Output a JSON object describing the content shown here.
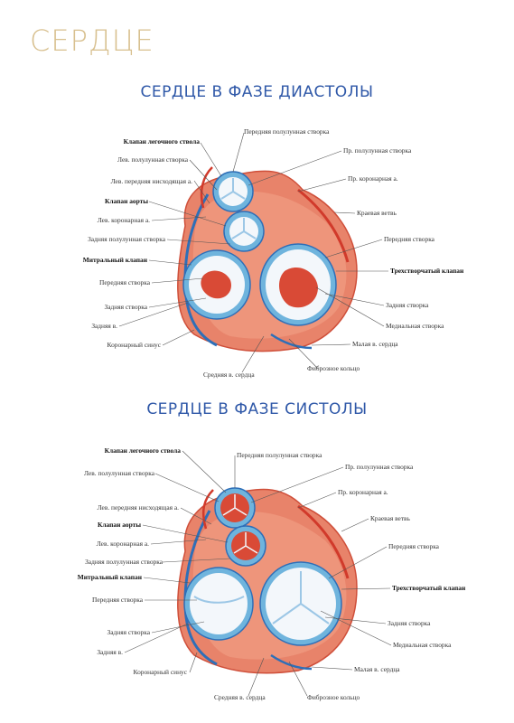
{
  "page_title": "СЕРДЦЕ",
  "diastole": {
    "title": "СЕРДЦЕ В ФАЗЕ ДИАСТОЛЫ",
    "labels": {
      "pulm_valve": "Клапан легочного ствола",
      "ant_semilunar": "Передняя полулунная створка",
      "left_semilunar": "Лев. полулунная створка",
      "right_semilunar": "Пр. полулунная створка",
      "lad": "Лев. передняя нисходящая а.",
      "right_coronary": "Пр. коронарная а.",
      "aortic_valve": "Клапан аорты",
      "marginal": "Краевая ветвь",
      "left_coronary": "Лев. коронарная а.",
      "post_semilunar": "Задняя полулунная створка",
      "ant_cusp_right": "Передняя створка",
      "mitral": "Митральный клапан",
      "tricuspid": "Трехстворчатый клапан",
      "ant_cusp_left": "Передняя створка",
      "post_cusp_left": "Задняя створка",
      "post_cusp_right": "Задняя створка",
      "post_vein": "Задняя в.",
      "medial_cusp": "Медиальная створка",
      "coronary_sinus": "Коронарный синус",
      "small_vein": "Малая в. сердца",
      "fibrous_ring": "Фиброзное кольцо",
      "middle_vein": "Средняя в. сердца"
    }
  },
  "systole": {
    "title": "СЕРДЦЕ В ФАЗЕ СИСТОЛЫ",
    "labels": {
      "pulm_valve": "Клапан легочного ствола",
      "ant_semilunar": "Передняя полулунная створка",
      "left_semilunar": "Лев. полулунная створка",
      "right_semilunar": "Пр. полулунная створка",
      "lad": "Лев. передняя нисходящая а.",
      "right_coronary": "Пр. коронарная а.",
      "aortic_valve": "Клапан аорты",
      "marginal": "Краевая ветвь",
      "left_coronary": "Лев. коронарная а.",
      "ant_cusp_right": "Передняя створка",
      "post_semilunar": "Задняя полулунная створка",
      "mitral": "Митральный клапан",
      "tricuspid": "Трехстворчатый клапан",
      "ant_cusp_left": "Передняя створка",
      "post_cusp_right": "Задняя створка",
      "post_cusp_left": "Задняя створка",
      "medial_cusp": "Медиальная створка",
      "post_vein": "Задняя в.",
      "small_vein": "Малая в. сердца",
      "coronary_sinus": "Коронарный синус",
      "middle_vein": "Средняя в. сердца",
      "fibrous_ring": "Фиброзное кольцо"
    }
  },
  "colors": {
    "title_gold": "#d8c08f",
    "heading_blue": "#2f58a8",
    "muscle": "#e8836a",
    "muscle_dark": "#cf4f3a",
    "ring_blue": "#6fb4dd",
    "valve_white": "#f3f7fb"
  }
}
